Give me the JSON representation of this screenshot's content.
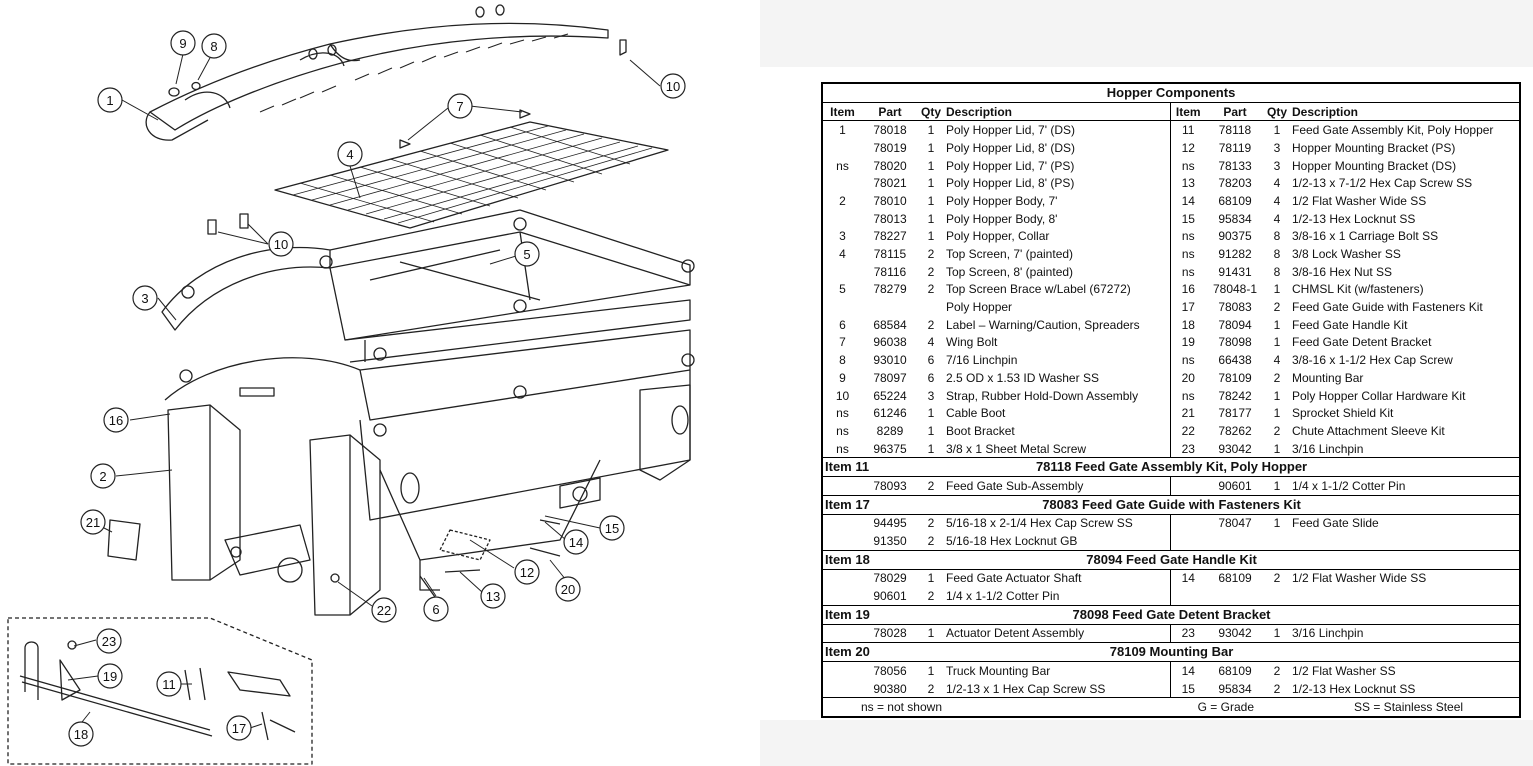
{
  "callouts": {
    "c1": "1",
    "c2": "2",
    "c3": "3",
    "c4": "4",
    "c5": "5",
    "c6": "6",
    "c7": "7",
    "c8": "8",
    "c9": "9",
    "c10a": "10",
    "c10b": "10",
    "c11": "11",
    "c12": "12",
    "c13": "13",
    "c14": "14",
    "c15": "15",
    "c16": "16",
    "c17": "17",
    "c18": "18",
    "c19": "19",
    "c20": "20",
    "c21": "21",
    "c22": "22",
    "c23": "23"
  },
  "table": {
    "title": "Hopper Components",
    "headers": [
      "Item",
      "Part",
      "Qty",
      "Description",
      "Item",
      "Part",
      "Qty",
      "Description"
    ],
    "rows": [
      [
        "1",
        "78018",
        "1",
        "Poly Hopper Lid, 7' (DS)",
        "11",
        "78118",
        "1",
        "Feed Gate Assembly Kit, Poly Hopper"
      ],
      [
        "",
        "78019",
        "1",
        "Poly Hopper Lid, 8' (DS)",
        "12",
        "78119",
        "3",
        "Hopper Mounting Bracket (PS)"
      ],
      [
        "ns",
        "78020",
        "1",
        "Poly Hopper Lid, 7' (PS)",
        "ns",
        "78133",
        "3",
        "Hopper Mounting Bracket (DS)"
      ],
      [
        "",
        "78021",
        "1",
        "Poly Hopper Lid, 8' (PS)",
        "13",
        "78203",
        "4",
        "1/2-13 x 7-1/2 Hex Cap Screw SS"
      ],
      [
        "2",
        "78010",
        "1",
        "Poly Hopper Body, 7'",
        "14",
        "68109",
        "4",
        "1/2 Flat Washer Wide SS"
      ],
      [
        "",
        "78013",
        "1",
        "Poly Hopper Body, 8'",
        "15",
        "95834",
        "4",
        "1/2-13 Hex Locknut SS"
      ],
      [
        "3",
        "78227",
        "1",
        "Poly Hopper, Collar",
        "ns",
        "90375",
        "8",
        "3/8-16 x 1 Carriage Bolt SS"
      ],
      [
        "4",
        "78115",
        "2",
        "Top Screen, 7' (painted)",
        "ns",
        "91282",
        "8",
        "3/8 Lock Washer SS"
      ],
      [
        "",
        "78116",
        "2",
        "Top Screen, 8' (painted)",
        "ns",
        "91431",
        "8",
        "3/8-16 Hex Nut SS"
      ],
      [
        "5",
        "78279",
        "2",
        "Top Screen Brace w/Label (67272)",
        "16",
        "78048-1",
        "1",
        "CHMSL Kit (w/fasteners)"
      ],
      [
        "",
        "",
        "",
        "Poly Hopper",
        "17",
        "78083",
        "2",
        "Feed Gate Guide with Fasteners Kit"
      ],
      [
        "6",
        "68584",
        "2",
        "Label – Warning/Caution, Spreaders",
        "18",
        "78094",
        "1",
        "Feed Gate Handle Kit"
      ],
      [
        "7",
        "96038",
        "4",
        "Wing Bolt",
        "19",
        "78098",
        "1",
        "Feed Gate Detent Bracket"
      ],
      [
        "8",
        "93010",
        "6",
        "7/16 Linchpin",
        "ns",
        "66438",
        "4",
        "3/8-16 x 1-1/2 Hex Cap Screw"
      ],
      [
        "9",
        "78097",
        "6",
        "2.5 OD x 1.53 ID Washer SS",
        "20",
        "78109",
        "2",
        "Mounting Bar"
      ],
      [
        "10",
        "65224",
        "3",
        "Strap, Rubber Hold-Down Assembly",
        "ns",
        "78242",
        "1",
        "Poly Hopper Collar Hardware Kit"
      ],
      [
        "ns",
        "61246",
        "1",
        "Cable Boot",
        "21",
        "78177",
        "1",
        "Sprocket Shield Kit"
      ],
      [
        "ns",
        "8289",
        "1",
        "Boot Bracket",
        "22",
        "78262",
        "2",
        "Chute Attachment Sleeve Kit"
      ],
      [
        "ns",
        "96375",
        "1",
        "3/8 x 1 Sheet Metal Screw",
        "23",
        "93042",
        "1",
        "3/16 Linchpin"
      ]
    ],
    "sections": [
      {
        "item": "Item 11",
        "title": "78118  Feed Gate Assembly Kit, Poly Hopper",
        "rows": [
          [
            "",
            "78093",
            "2",
            "Feed Gate Sub-Assembly",
            "",
            "90601",
            "1",
            "1/4 x 1-1/2 Cotter Pin"
          ]
        ]
      },
      {
        "item": "Item 17",
        "title": "78083  Feed Gate Guide with Fasteners Kit",
        "rows": [
          [
            "",
            "94495",
            "2",
            "5/16-18 x 2-1/4 Hex Cap Screw SS",
            "",
            "78047",
            "1",
            "Feed Gate Slide"
          ],
          [
            "",
            "91350",
            "2",
            "5/16-18 Hex Locknut GB",
            "",
            "",
            "",
            ""
          ]
        ]
      },
      {
        "item": "Item 18",
        "title": "78094  Feed Gate Handle Kit",
        "rows": [
          [
            "",
            "78029",
            "1",
            "Feed Gate Actuator Shaft",
            "14",
            "68109",
            "2",
            "1/2 Flat Washer Wide SS"
          ],
          [
            "",
            "90601",
            "2",
            "1/4 x 1-1/2 Cotter Pin",
            "",
            "",
            "",
            ""
          ]
        ]
      },
      {
        "item": "Item 19",
        "title": "78098  Feed Gate Detent Bracket",
        "rows": [
          [
            "",
            "78028",
            "1",
            "Actuator Detent Assembly",
            "23",
            "93042",
            "1",
            "3/16 Linchpin"
          ]
        ]
      },
      {
        "item": "Item 20",
        "title": "78109  Mounting Bar",
        "rows": [
          [
            "",
            "78056",
            "1",
            "Truck Mounting Bar",
            "14",
            "68109",
            "2",
            "1/2 Flat Washer SS"
          ],
          [
            "",
            "90380",
            "2",
            "1/2-13 x 1 Hex Cap Screw SS",
            "15",
            "95834",
            "2",
            "1/2-13 Hex Locknut SS"
          ]
        ]
      }
    ],
    "footer": {
      "ns": "ns = not shown",
      "g": "G = Grade",
      "ss": "SS = Stainless Steel"
    }
  }
}
